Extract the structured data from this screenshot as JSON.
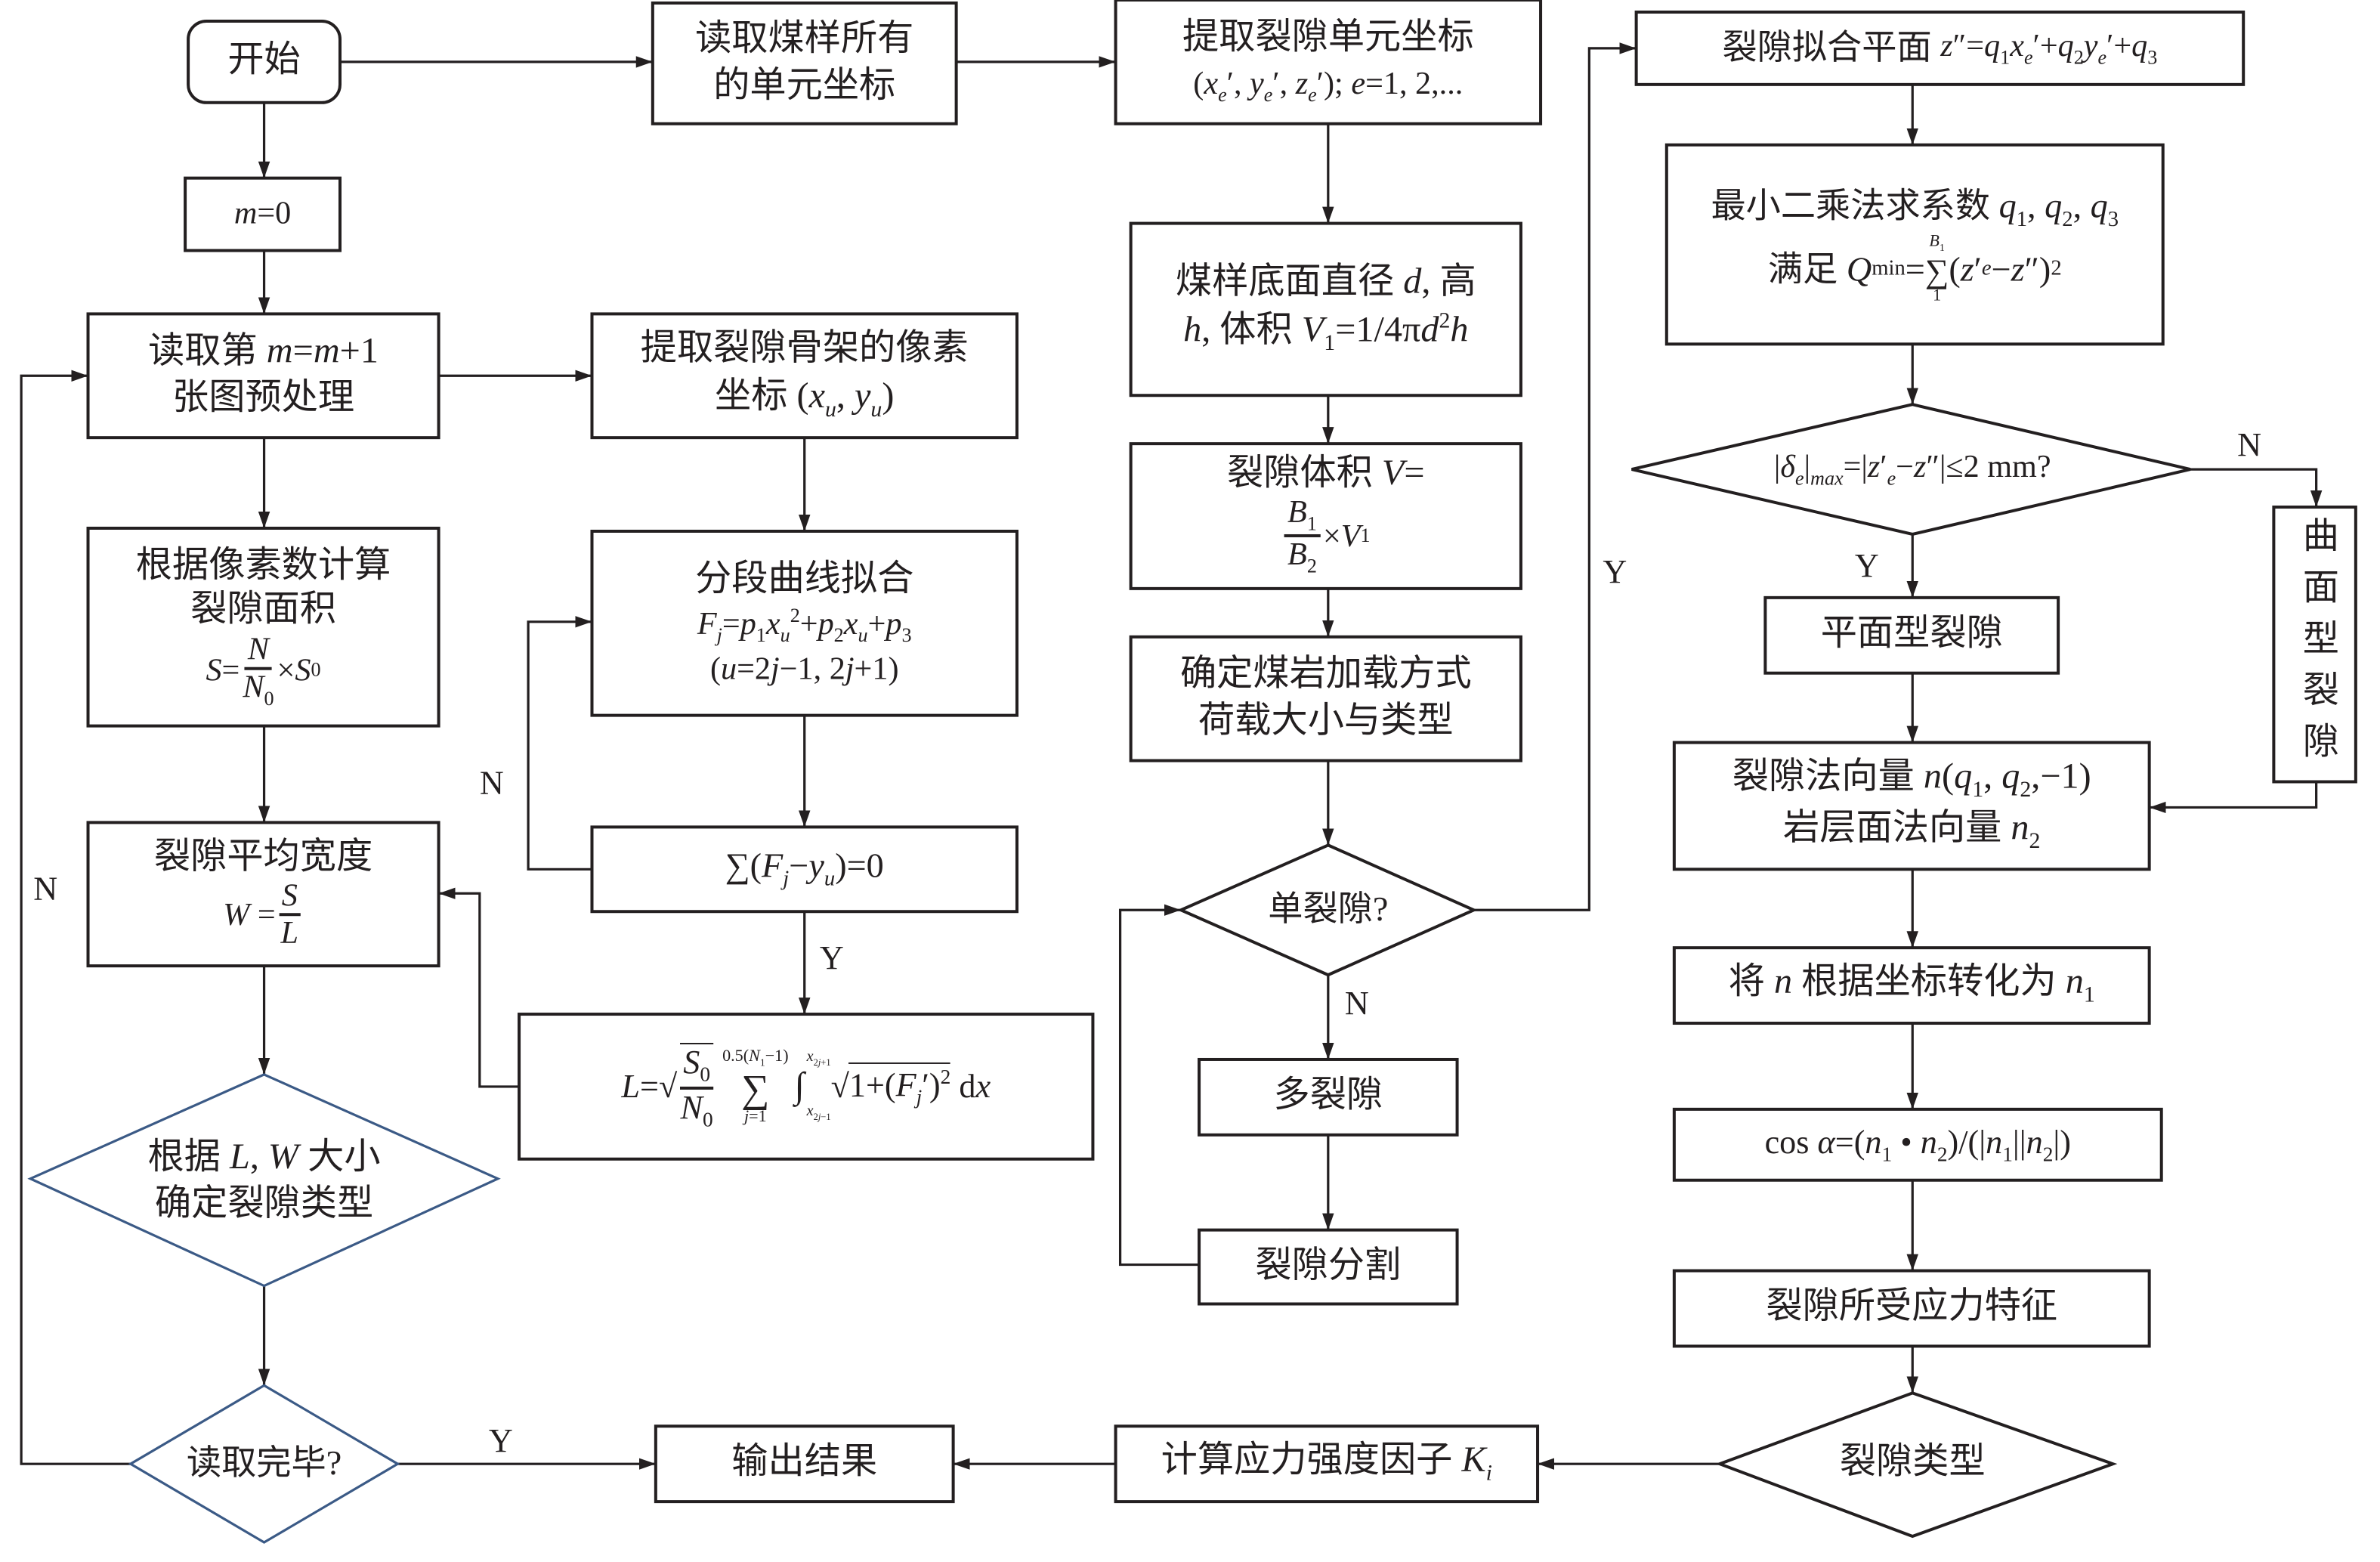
{
  "diagram": {
    "type": "flowchart",
    "nodes": {
      "start": {
        "text": "开始",
        "shape": "rounded-rect"
      },
      "read_all_coords": {
        "line1": "读取煤样所有",
        "line2": "的单元坐标",
        "shape": "rect"
      },
      "extract_unit_coords": {
        "line1": "提取裂隙单元坐标",
        "line2": "(xe′, ye′, ze′); e=1, 2,...",
        "shape": "rect"
      },
      "plane_fit": {
        "text": "裂隙拟合平面 z″=q1xe′+q2ye′+q3",
        "label_cn": "裂隙拟合平面",
        "formula": "z″=q₁xₑ′+q₂yₑ′+q₃",
        "shape": "rect"
      },
      "init_m": {
        "text": "m=0",
        "shape": "rect"
      },
      "read_image": {
        "line1_cn": "读取第",
        "line1_formula": "m=m+1",
        "line2": "张图预处理",
        "shape": "rect"
      },
      "extract_skeleton": {
        "line1": "提取裂隙骨架的像素",
        "line2_cn": "坐标",
        "line2_formula": "(xu, yu)",
        "shape": "rect"
      },
      "sample_dims": {
        "line1_cn": "煤样底面直径",
        "line1_formula": "d, 高",
        "line2_formula": "h, 体积 V1=1/4πd²h",
        "shape": "rect"
      },
      "least_squares": {
        "line1_cn": "最小二乘法求系数",
        "line1_formula": "q1, q2, q3",
        "line2_cn": "满足",
        "line2_formula": "Qmin=Σ(1→B1)(z′e−z″)²",
        "sum_upper": "B1",
        "sum_lower": "1",
        "shape": "rect"
      },
      "calc_area": {
        "line1": "根据像素数计算",
        "line2": "裂隙面积",
        "formula": "S = N/N0 × S0",
        "shape": "rect"
      },
      "piecewise_fit": {
        "line1": "分段曲线拟合",
        "line2": "Fj=p1xu²+p2xu+p3",
        "line3": "(u=2j−1, 2j+1)",
        "shape": "rect"
      },
      "crack_volume": {
        "line1_cn": "裂隙体积",
        "line1_formula": "V=",
        "formula": "B1/B2 × V1",
        "shape": "rect"
      },
      "deviation_check": {
        "text": "|δe|max=|z′e−z″|≤2 mm?",
        "shape": "diamond"
      },
      "curved_crack": {
        "text": "曲面型裂隙",
        "shape": "rect-vertical"
      },
      "planar_crack": {
        "text": "平面型裂隙",
        "shape": "rect"
      },
      "residual_check": {
        "text": "Σ(Fj−yu)=0",
        "shape": "rect"
      },
      "loading": {
        "line1": "确定煤岩加载方式",
        "line2": "荷载大小与类型",
        "shape": "rect"
      },
      "avg_width": {
        "line1": "裂隙平均宽度",
        "formula": "W = S/L",
        "shape": "rect"
      },
      "normal_vectors": {
        "line1_cn": "裂隙法向量",
        "line1_formula": "n(q1, q2,−1)",
        "line2_cn": "岩层面法向量",
        "line2_formula": "n2",
        "shape": "rect"
      },
      "single_crack": {
        "text": "单裂隙?",
        "shape": "diamond"
      },
      "length_formula": {
        "text": "L=√(S0/N0) Σ(j=1→0.5(N1−1)) ∫(x2j−1→x2j+1) √(1+(Fj′)²) dx",
        "sum_upper": "0.5(N1−1)",
        "sum_lower": "j=1",
        "int_upper": "x2j+1",
        "int_lower": "x2j−1",
        "shape": "rect"
      },
      "convert_n": {
        "text": "将 n 根据坐标转化为 n1",
        "shape": "rect"
      },
      "multi_crack": {
        "text": "多裂隙",
        "shape": "rect"
      },
      "classify_lw": {
        "line1": "根据 L, W 大小",
        "line2": "确定裂隙类型",
        "shape": "diamond",
        "stroke": "#3b5a86"
      },
      "cos_alpha": {
        "text": "cos α=(n1 • n2)/(|n1||n2|)",
        "shape": "rect"
      },
      "crack_split": {
        "text": "裂隙分割",
        "shape": "rect"
      },
      "stress_features": {
        "text": "裂隙所受应力特征",
        "shape": "rect"
      },
      "read_done": {
        "text": "读取完毕?",
        "shape": "diamond",
        "stroke": "#3b5a86"
      },
      "output": {
        "text": "输出结果",
        "shape": "rect"
      },
      "compute_k": {
        "text": "计算应力强度因子 Ki",
        "shape": "rect"
      },
      "crack_type": {
        "text": "裂隙类型",
        "shape": "diamond"
      }
    },
    "edge_labels": {
      "yes": "Y",
      "no": "N"
    },
    "edges": [
      {
        "from": "start",
        "to": "read_all_coords"
      },
      {
        "from": "read_all_coords",
        "to": "extract_unit_coords"
      },
      {
        "from": "start",
        "to": "init_m"
      },
      {
        "from": "init_m",
        "to": "read_image"
      },
      {
        "from": "read_image",
        "to": "extract_skeleton"
      },
      {
        "from": "read_image",
        "to": "calc_area"
      },
      {
        "from": "extract_skeleton",
        "to": "piecewise_fit"
      },
      {
        "from": "piecewise_fit",
        "to": "residual_check"
      },
      {
        "from": "residual_check",
        "to": "piecewise_fit",
        "label": "N"
      },
      {
        "from": "residual_check",
        "to": "length_formula",
        "label": "Y"
      },
      {
        "from": "length_formula",
        "to": "avg_width"
      },
      {
        "from": "calc_area",
        "to": "avg_width"
      },
      {
        "from": "avg_width",
        "to": "classify_lw"
      },
      {
        "from": "classify_lw",
        "to": "read_done"
      },
      {
        "from": "read_done",
        "to": "read_image",
        "label": "N"
      },
      {
        "from": "read_done",
        "to": "output",
        "label": "Y"
      },
      {
        "from": "extract_unit_coords",
        "to": "sample_dims"
      },
      {
        "from": "sample_dims",
        "to": "crack_volume"
      },
      {
        "from": "crack_volume",
        "to": "loading"
      },
      {
        "from": "loading",
        "to": "single_crack"
      },
      {
        "from": "single_crack",
        "to": "plane_fit",
        "label": "Y"
      },
      {
        "from": "single_crack",
        "to": "multi_crack",
        "label": "N"
      },
      {
        "from": "multi_crack",
        "to": "crack_split"
      },
      {
        "from": "crack_split",
        "to": "single_crack"
      },
      {
        "from": "plane_fit",
        "to": "least_squares"
      },
      {
        "from": "least_squares",
        "to": "deviation_check"
      },
      {
        "from": "deviation_check",
        "to": "planar_crack",
        "label": "Y"
      },
      {
        "from": "deviation_check",
        "to": "curved_crack",
        "label": "N"
      },
      {
        "from": "planar_crack",
        "to": "normal_vectors"
      },
      {
        "from": "curved_crack",
        "to": "normal_vectors"
      },
      {
        "from": "normal_vectors",
        "to": "convert_n"
      },
      {
        "from": "convert_n",
        "to": "cos_alpha"
      },
      {
        "from": "cos_alpha",
        "to": "stress_features"
      },
      {
        "from": "stress_features",
        "to": "crack_type"
      },
      {
        "from": "crack_type",
        "to": "compute_k"
      },
      {
        "from": "compute_k",
        "to": "output"
      }
    ]
  }
}
